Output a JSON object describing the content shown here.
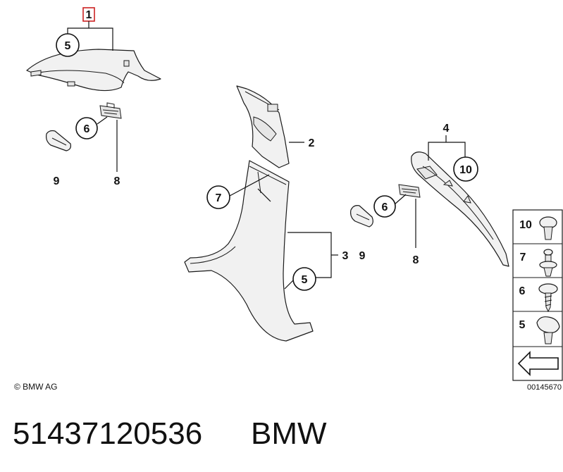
{
  "diagram": {
    "labels": {
      "top_group": "1",
      "p1_clip": "5",
      "p1_screw": "6",
      "p1_badge": "9",
      "p1_bracket": "8",
      "p2_upper": "2",
      "p2_clip_rivet": "7",
      "p3_lower": "3",
      "p3_clip": "5",
      "p3_badge": "9",
      "p4_group": "4",
      "p4_clip": "10",
      "p4_screw": "6",
      "p4_bracket": "8"
    },
    "legend": [
      {
        "label": "10",
        "icon": "push-clip-icon"
      },
      {
        "label": "7",
        "icon": "expanding-rivet-icon"
      },
      {
        "label": "6",
        "icon": "flange-screw-icon"
      },
      {
        "label": "5",
        "icon": "spring-clip-icon"
      }
    ],
    "legend_footer_icon": "direction-arrow-icon",
    "copyright": "© BMW AG",
    "drawing_number": "00145670",
    "part_number": "51437120536",
    "brand": "BMW",
    "colors": {
      "highlight_box": "#cc2222",
      "line": "#1a1a1a"
    }
  }
}
